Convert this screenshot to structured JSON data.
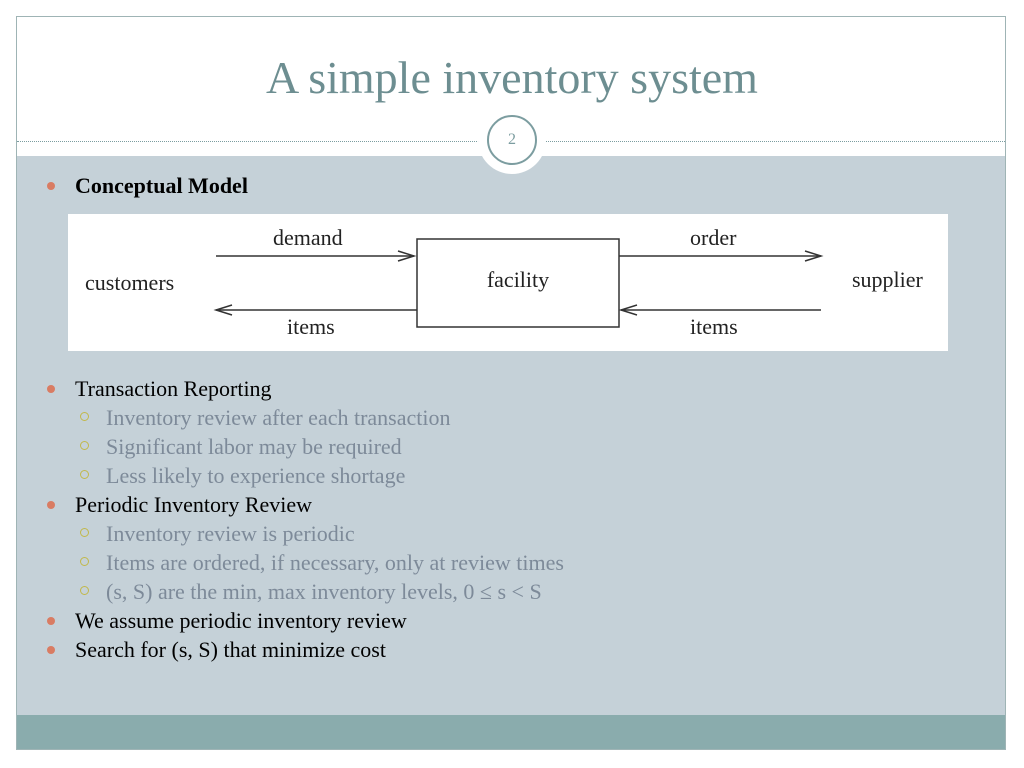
{
  "slide": {
    "title": "A simple inventory system",
    "page_number": "2"
  },
  "diagram": {
    "left_node": "customers",
    "center_node": "facility",
    "right_node": "supplier",
    "top_left_label": "demand",
    "bottom_left_label": "items",
    "top_right_label": "order",
    "bottom_right_label": "items"
  },
  "bullets": [
    {
      "text": "Conceptual Model",
      "bold": true
    },
    {
      "text": "Transaction Reporting"
    },
    {
      "text": "Inventory review after each transaction"
    },
    {
      "text": "Significant labor may be required"
    },
    {
      "text": "Less likely to experience shortage"
    },
    {
      "text": "Periodic Inventory Review"
    },
    {
      "text": "Inventory review is periodic"
    },
    {
      "text": "Items are ordered, if necessary, only at review times"
    },
    {
      "text": "(s, S) are the min, max inventory levels, 0 ≤ s < S"
    },
    {
      "text": "We assume periodic inventory review"
    },
    {
      "text": "Search for (s, S) that minimize cost"
    }
  ],
  "colors": {
    "title": "#6d8e91",
    "content_bg": "#c5d1d8",
    "footer_bg": "#8aacad",
    "bullet_dot": "#d97c63",
    "sub_bullet_ring": "#c2b84a",
    "sub_text": "#7d8a99"
  }
}
